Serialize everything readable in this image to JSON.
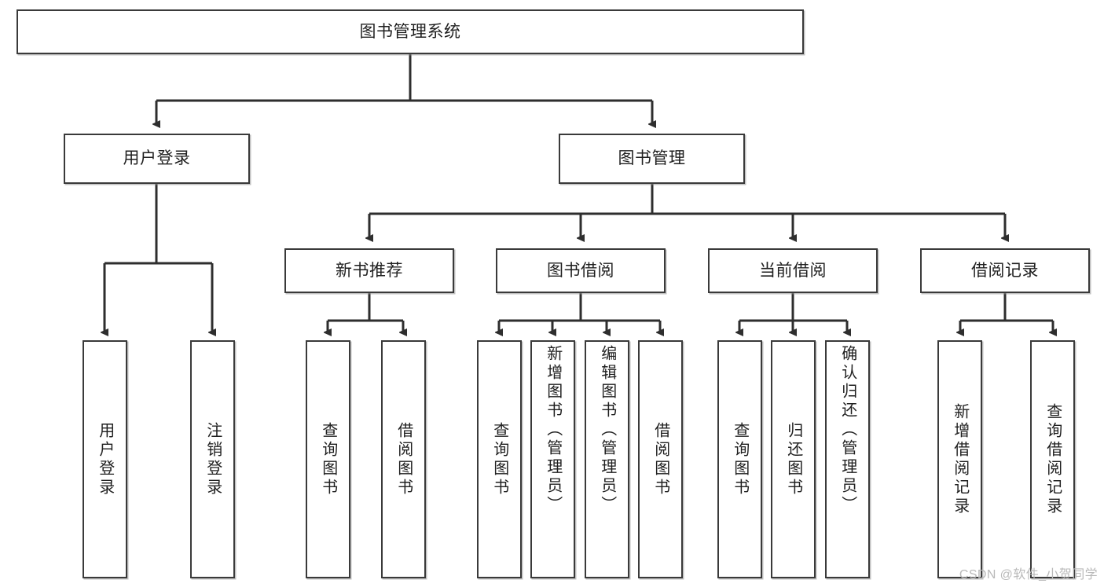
{
  "diagram": {
    "title": "图书管理系统",
    "watermark": "CSDN @软件_小贺同学",
    "colors": {
      "stroke": "#3a3a3a",
      "fill": "#ffffff",
      "text": "#1f1f1f",
      "watermark": "#b9b9b9"
    },
    "levels": {
      "root": {
        "label": "图书管理系统"
      },
      "level2": [
        {
          "label": "用户登录"
        },
        {
          "label": "图书管理"
        }
      ],
      "level3": [
        {
          "label": "新书推荐"
        },
        {
          "label": "图书借阅"
        },
        {
          "label": "当前借阅"
        },
        {
          "label": "借阅记录"
        }
      ],
      "leaves": {
        "user_login": [
          {
            "label": "用户登录"
          },
          {
            "label": "注销登录"
          }
        ],
        "new_book": [
          {
            "label": "查询图书"
          },
          {
            "label": "借阅图书"
          }
        ],
        "book_borrow": [
          {
            "label": "查询图书"
          },
          {
            "label": "新增图书（管理员）"
          },
          {
            "label": "编辑图书（管理员）"
          },
          {
            "label": "借阅图书"
          }
        ],
        "current_borrow": [
          {
            "label": "查询图书"
          },
          {
            "label": "归还图书"
          },
          {
            "label": "确认归还（管理员）"
          }
        ],
        "borrow_record": [
          {
            "label": "新增借阅记录"
          },
          {
            "label": "查询借阅记录"
          }
        ]
      }
    }
  }
}
